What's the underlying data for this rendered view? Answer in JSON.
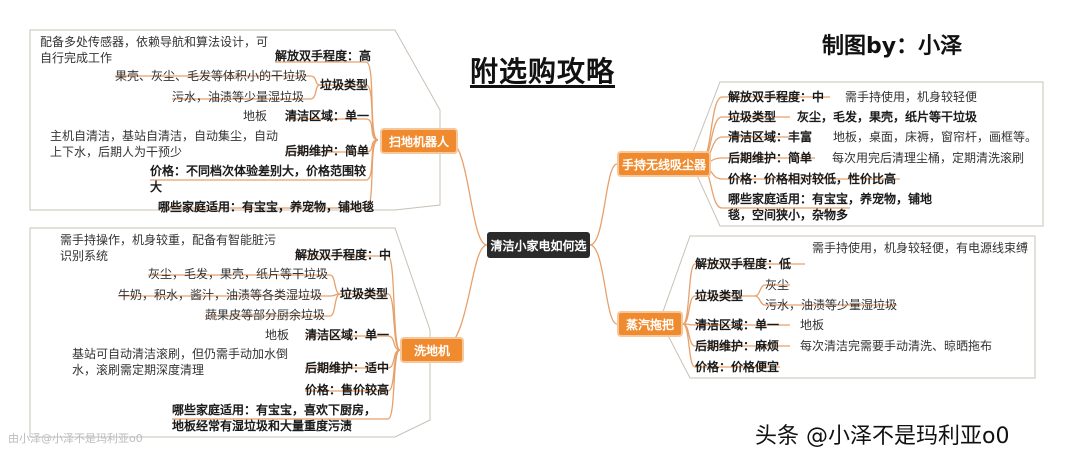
{
  "title": "附选购攻略",
  "author": "制图by：小泽",
  "watermark": "头条 @小泽不是玛利亚o0",
  "corner_watermark": "由小泽@小泽不是玛利亚o0",
  "center": "清洁小家电如何选",
  "colors": {
    "branch": "#f08a2e",
    "center": "#2b2b2b",
    "line": "#e8a06a"
  },
  "robot": {
    "label": "扫地机器人",
    "free_key": "解放双手程度：高",
    "free_desc": "配备多处传感器，依赖导航和算法设计，可自行完成工作",
    "trash_key": "垃圾类型",
    "trash_1": "果壳、灰尘、毛发等体积小的干垃圾",
    "trash_2": "污水，油渍等少量湿垃圾",
    "area_key": "清洁区域：单一",
    "area_val": "地板",
    "maint_key": "后期维护：简单",
    "maint_desc": "主机自清洁，基站自清洁，自动集尘，自动上下水，后期人为干预少",
    "price": "价格：不同档次体验差别大，价格范围较大",
    "family": "哪些家庭适用：有宝宝，养宠物，铺地毯"
  },
  "washer": {
    "label": "洗地机",
    "free_key": "解放双手程度：中",
    "free_desc": "需手持操作，机身较重，配备有智能脏污识别系统",
    "trash_key": "垃圾类型",
    "trash_1": "灰尘，毛发，果壳，纸片等干垃圾",
    "trash_2": "牛奶，积水，酱汁，油渍等各类湿垃圾",
    "trash_3": "蔬果皮等部分厨余垃圾",
    "area_key": "清洁区域：单一",
    "area_val": "地板",
    "maint_key": "后期维护：适中",
    "maint_desc": "基站可自动清洁滚刷，但仍需手动加水倒水，滚刷需定期深度清理",
    "price": "价格：售价较高",
    "family": "哪些家庭适用：有宝宝，喜欢下厨房，地板经常有湿垃圾和大量重度污渍"
  },
  "handheld": {
    "label": "手持无线吸尘器",
    "free_key": "解放双手程度：中",
    "free_val": "需手持使用，机身较轻便",
    "trash_key": "垃圾类型",
    "trash_val": "灰尘，毛发，果壳，纸片等干垃圾",
    "area_key": "清洁区域：丰富",
    "area_val": "地板，桌面，床褥，窗帘杆，画框等。",
    "maint_key": "后期维护：简单",
    "maint_val": "每次用完后清理尘桶，定期清洗滚刷",
    "price": "价格：价格相对较低，性价比高",
    "family": "哪些家庭适用：有宝宝，养宠物，铺地毯，空间狭小，杂物多"
  },
  "steam": {
    "label": "蒸汽拖把",
    "free_key": "解放双手程度：低",
    "free_val": "需手持使用，机身较轻便，有电源线束缚",
    "trash_key": "垃圾类型",
    "trash_1": "灰尘",
    "trash_2": "污水，油渍等少量湿垃圾",
    "area_key": "清洁区域：单一",
    "area_val": "地板",
    "maint_key": "后期维护：麻烦",
    "maint_val": "每次清洁完需要手动清洗、晾晒拖布",
    "price": "价格：价格便宜"
  }
}
